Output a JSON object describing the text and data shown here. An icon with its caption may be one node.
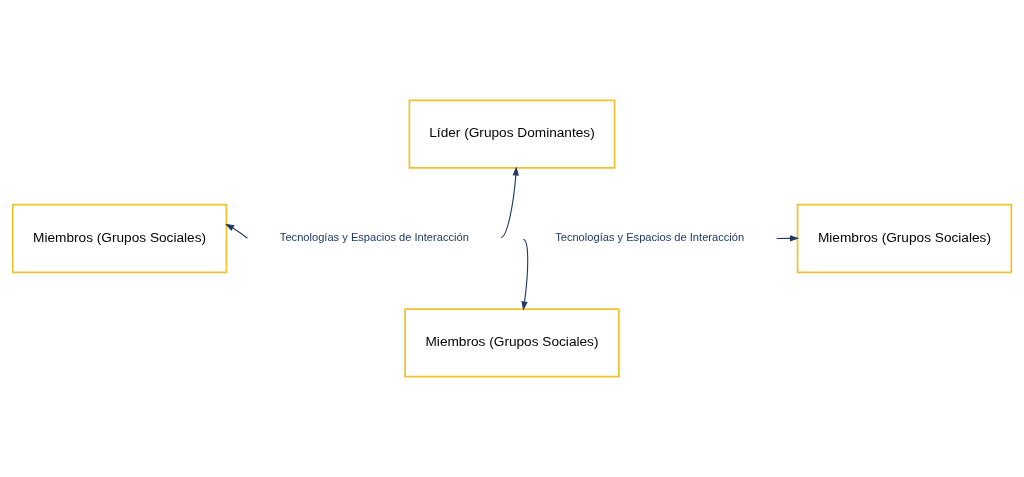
{
  "diagram": {
    "nodes": [
      {
        "text": [
          "Líder (Grupos Dominantes)"
        ]
      },
      {
        "text": [
          "Miembros (Grupos Sociales)"
        ]
      },
      {
        "text": [
          "Miembros (Grupos Sociales)"
        ]
      },
      {
        "text": [
          "Miembros (Grupos Sociales)"
        ]
      }
    ],
    "edges": [
      {
        "from": null,
        "to": 0,
        "arrow": "to"
      },
      {
        "from": null,
        "to": 3,
        "arrow": "to"
      },
      {
        "from": null,
        "to": 2,
        "arrow": "to"
      },
      {
        "from": null,
        "to": 1,
        "arrow": "to"
      }
    ],
    "labels": [
      "Tecnologías y Espacios de Interacción",
      "Tecnologías y Espacios de Interacción"
    ]
  }
}
